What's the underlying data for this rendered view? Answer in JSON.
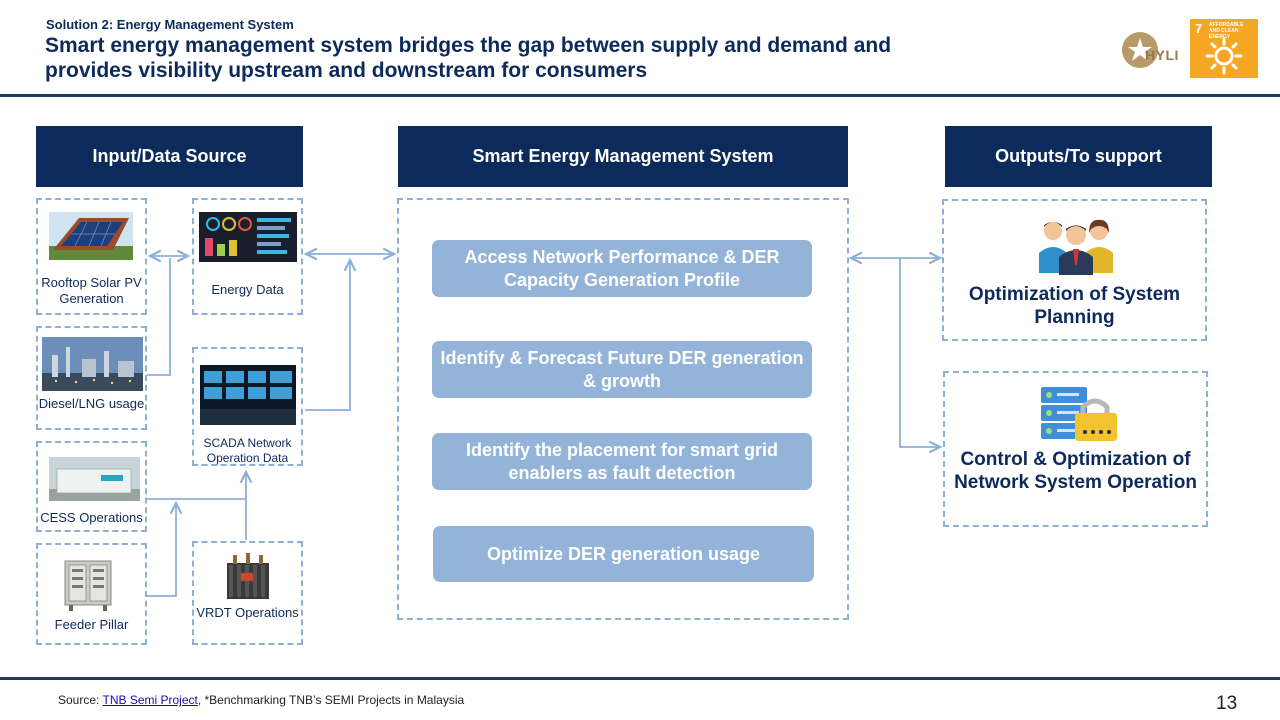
{
  "header": {
    "subtitle": "Solution 2: Energy Management System",
    "title_line1": "Smart energy management system bridges the gap between supply and demand  and",
    "title_line2": "provides visibility upstream and downstream for consumers",
    "logo_text": "HYLI",
    "sdg_number": "7",
    "sdg_text": "AFFORDABLE AND CLEAN ENERGY"
  },
  "columns": {
    "input_title": "Input/Data Source",
    "system_title": "Smart Energy Management System",
    "output_title": "Outputs/To support"
  },
  "inputs": {
    "rooftop": "Rooftop Solar PV Generation",
    "energy": "Energy Data",
    "diesel": "Diesel/LNG usage",
    "scada": "SCADA Network Operation Data",
    "cess": "CESS Operations",
    "feeder": "Feeder Pillar",
    "vrdt": "VRDT Operations"
  },
  "system_items": [
    "Access Network Performance & DER Capacity Generation Profile",
    "Identify & Forecast Future DER generation & growth",
    "Identify the placement for smart grid enablers as fault detection",
    "Optimize DER generation usage"
  ],
  "outputs": {
    "planning": "Optimization of System Planning",
    "control": "Control & Optimization of Network System Operation"
  },
  "footer": {
    "source_prefix": "Source: ",
    "source_link": "TNB Semi Project",
    "source_rest": ", *Benchmarking TNB’s SEMI Projects in Malaysia",
    "page_number": "13"
  },
  "colors": {
    "navy": "#0d2a5c",
    "pill": "#94b3d9",
    "dash": "#8fb0d6",
    "sdg": "#f5a623"
  },
  "icons": [
    "solar-panel-icon",
    "energy-dashboard-icon",
    "refinery-icon",
    "control-room-icon",
    "battery-container-icon",
    "feeder-pillar-icon",
    "transformer-icon",
    "team-icon",
    "server-lock-icon",
    "sun-icon"
  ]
}
